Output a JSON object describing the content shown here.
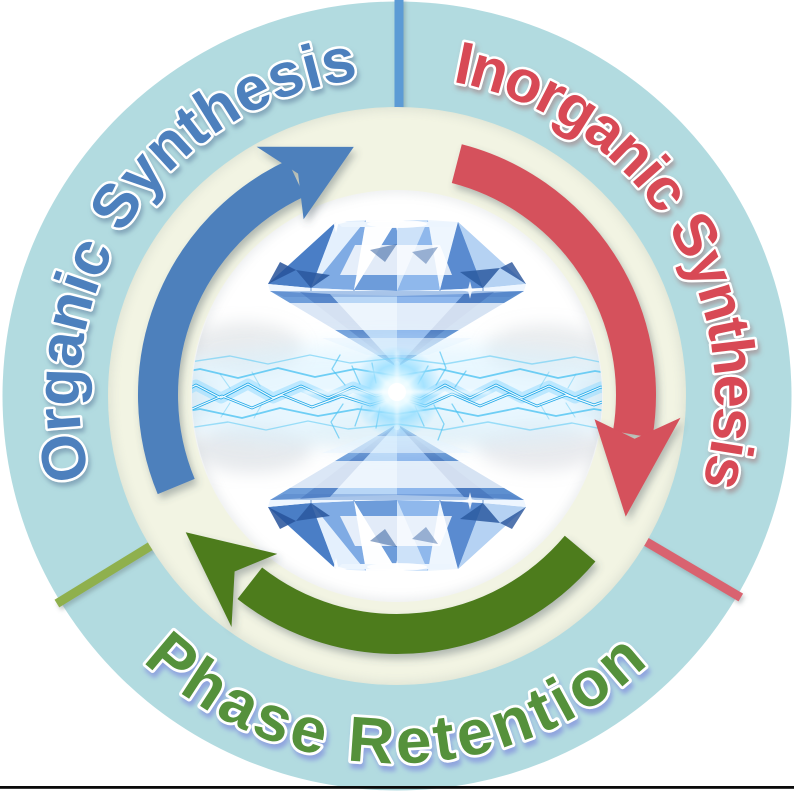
{
  "figure": {
    "labels": {
      "organic": "Organic Synthesis",
      "inorganic": "Inorganic Synthesis",
      "phase": "Phase Retention"
    },
    "colors": {
      "outer_ring": "#b2dbe0",
      "inner_ring": "#f2f4e3",
      "center_circle": "#ffffff",
      "organic_text": "#4d80bd",
      "inorganic_text": "#d84a54",
      "phase_text": "#55913a",
      "arrow_blue": "#4d80bc",
      "arrow_red": "#d5515c",
      "arrow_green": "#4d7b1e",
      "tick_blue": "#5b9bd5",
      "tick_green": "#8fb04d",
      "tick_red": "#d9646f",
      "bottom_rule": "#0a0a0a",
      "lightning": "#2fb3ee",
      "diamond_light": "#cfe4f8",
      "diamond_mid": "#8fb8e8",
      "diamond_dark": "#4a7cc0"
    },
    "icons": {
      "center_top": "diamond-top-icon",
      "center_bottom": "diamond-bottom-icon",
      "center_spark": "lightning-flash-icon"
    }
  }
}
